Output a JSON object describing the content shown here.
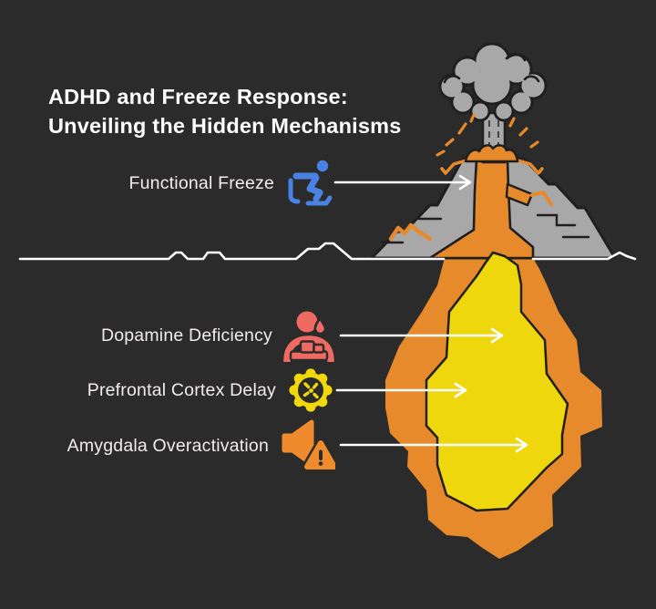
{
  "title": {
    "line1": "ADHD and Freeze Response:",
    "line2": "Unveiling the Hidden Mechanisms"
  },
  "callouts": [
    {
      "label": "Functional Freeze",
      "icon": "person-slipping-icon",
      "accent": "#4a82e4",
      "points_to": "volcano-above-ground"
    },
    {
      "label": "Dopamine Deficiency",
      "icon": "tired-person-icon",
      "accent": "#ee6a62",
      "points_to": "magma-chamber"
    },
    {
      "label": "Prefrontal Cortex Delay",
      "icon": "virus-icon",
      "accent": "#f0d80c",
      "points_to": "magma-chamber"
    },
    {
      "label": "Amygdala Overactivation",
      "icon": "alert-megaphone-icon",
      "accent": "#ef8b2d",
      "points_to": "magma-chamber"
    }
  ],
  "colors": {
    "background": "#2b2b2b",
    "volcano_gray": "#a8a8a8",
    "lava_orange": "#e78a2b",
    "magma_yellow": "#efd70e",
    "outline": "#1f1f1f",
    "ground_line": "#ffffff",
    "label_text": "#f2ecec",
    "title_text": "#ffffff"
  }
}
